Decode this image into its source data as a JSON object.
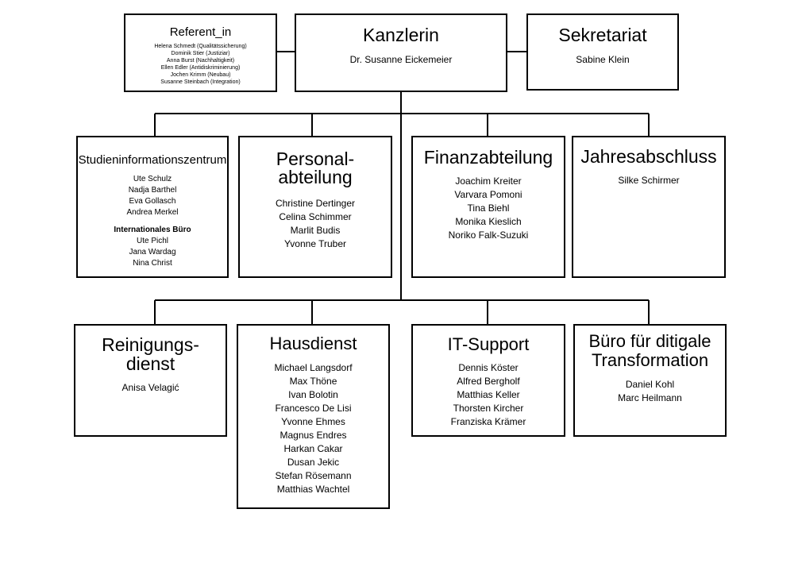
{
  "org": {
    "referent": {
      "title": "Referent_in",
      "members": [
        "Helena Schmedt (Qualitätssicherung)",
        "Dominik Stier (Justiziar)",
        "Anna Burst (Nachhaltigkeit)",
        "Ellen Edler (Antidiskriminierung)",
        "Jochen Krimm (Neubau)",
        "Susanne Steinbach (Integration)"
      ]
    },
    "kanzlerin": {
      "title": "Kanzlerin",
      "members": [
        "Dr. Susanne Eickemeier"
      ]
    },
    "sekretariat": {
      "title": "Sekretariat",
      "members": [
        "Sabine Klein"
      ]
    },
    "studien": {
      "title": "Studieninformationszentrum",
      "members": [
        "Ute Schulz",
        "Nadja Barthel",
        "Eva Gollasch",
        "Andrea Merkel"
      ],
      "sub_title": "Internationales Büro",
      "sub_members": [
        "Ute Pichl",
        "Jana Wardag",
        "Nina Christ"
      ]
    },
    "personal": {
      "title": "Personal-\nabteilung",
      "members": [
        "Christine Dertinger",
        "Celina Schimmer",
        "Marlit Budis",
        "Yvonne Truber"
      ]
    },
    "finanz": {
      "title": "Finanzabteilung",
      "members": [
        "Joachim Kreiter",
        "Varvara Pomoni",
        "Tina Biehl",
        "Monika Kieslich",
        "Noriko Falk-Suzuki"
      ]
    },
    "jahres": {
      "title": "Jahresabschluss",
      "members": [
        "Silke Schirmer"
      ]
    },
    "reinigung": {
      "title": "Reinigungs-\ndienst",
      "members": [
        "Anisa Velagić"
      ]
    },
    "haus": {
      "title": "Hausdienst",
      "members": [
        "Michael Langsdorf",
        "Max Thöne",
        "Ivan Bolotin",
        "Francesco De Lisi",
        "Yvonne Ehmes",
        "Magnus Endres",
        "Harkan Cakar",
        "Dusan Jekic",
        "Stefan Rösemann",
        "Matthias Wachtel"
      ]
    },
    "it": {
      "title": "IT-Support",
      "members": [
        "Dennis Köster",
        "Alfred Bergholf",
        "Matthias Keller",
        "Thorsten Kircher",
        "Franziska Krämer"
      ]
    },
    "buero": {
      "title": "Büro für ditigale\nTransformation",
      "members": [
        "Daniel Kohl",
        "Marc Heilmann"
      ]
    }
  }
}
